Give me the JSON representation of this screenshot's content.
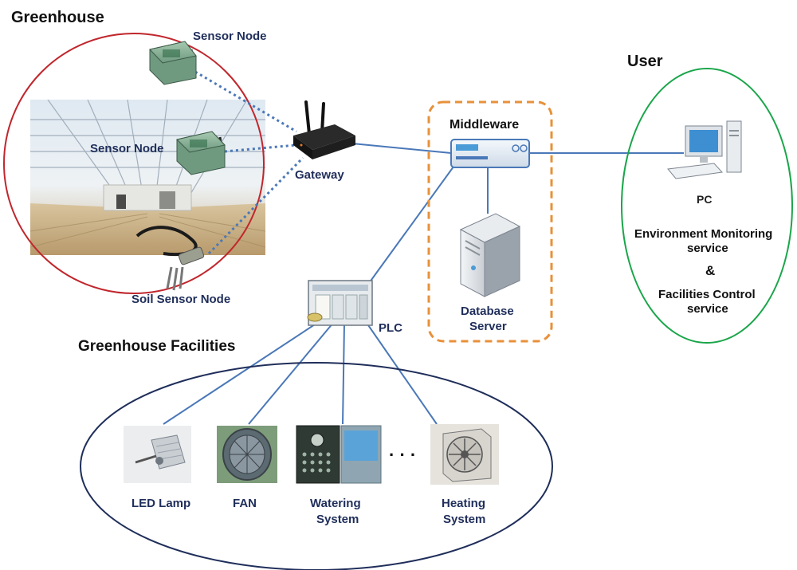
{
  "greenhouse": {
    "title": "Greenhouse",
    "sensor_node_top": "Sensor Node",
    "sensor_node_mid": "Sensor Node",
    "soil_sensor_node": "Soil Sensor Node"
  },
  "gateway": {
    "label": "Gateway"
  },
  "middleware": {
    "label": "Middleware"
  },
  "database": {
    "label_line1": "Database",
    "label_line2": "Server"
  },
  "plc": {
    "label": "PLC"
  },
  "user": {
    "title": "User",
    "pc_label": "PC",
    "service1_line1": "Environment Monitoring",
    "service1_line2": "service",
    "ampersand": "&",
    "service2_line1": "Facilities Control",
    "service2_line2": "service"
  },
  "facilities": {
    "title": "Greenhouse Facilities",
    "led_lamp": "LED Lamp",
    "fan": "FAN",
    "watering_line1": "Watering",
    "watering_line2": "System",
    "heating_line1": "Heating",
    "heating_line2": "System",
    "ellipsis": "· · ·"
  },
  "colors": {
    "greenhouse_ring": "#c0272d",
    "user_ring": "#1aa64a",
    "facilities_ring": "#1f2e5a",
    "middleware_box": "#e8913a",
    "wired_link": "#4a78b8",
    "wireless_link": "#4a78b8"
  }
}
